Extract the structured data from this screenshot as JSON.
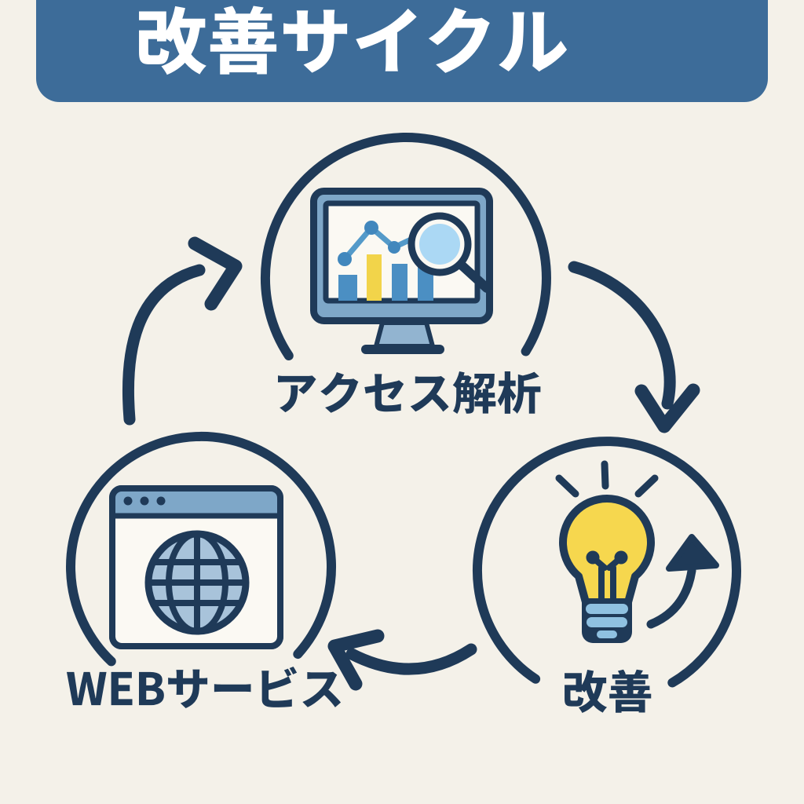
{
  "page": {
    "background_color": "#f4f1e9",
    "type": "diagram-infographic"
  },
  "title_banner": {
    "text": "改善サイクル",
    "background_color": "#3d6c99",
    "text_color": "#ffffff"
  },
  "cycle": {
    "direction": "clockwise",
    "nodes": [
      {
        "id": "access-analysis",
        "label": "アクセス解析",
        "icon": "monitor-analytics-icon",
        "position": "top-center"
      },
      {
        "id": "improvement",
        "label": "改善",
        "icon": "lightbulb-idea-icon",
        "position": "bottom-right"
      },
      {
        "id": "web-service",
        "label": "WEBサービス",
        "icon": "browser-globe-icon",
        "position": "bottom-left"
      }
    ],
    "arrows": [
      {
        "from": "web-service",
        "to": "access-analysis",
        "name": "arrow-webservice-to-analysis"
      },
      {
        "from": "access-analysis",
        "to": "improvement",
        "name": "arrow-analysis-to-improvement"
      },
      {
        "from": "improvement",
        "to": "web-service",
        "name": "arrow-improvement-to-webservice"
      }
    ]
  },
  "palette": {
    "outline_navy": "#1f3a58",
    "steel_blue": "#7ea7c8",
    "light_blue": "#a8c3da",
    "lens_blue": "#abd8f4",
    "chart_blue": "#4b8fc3",
    "accent_yellow": "#f2d44a",
    "stripe_blue": "#8fc1e1",
    "paper_white": "#fbf9f3"
  }
}
